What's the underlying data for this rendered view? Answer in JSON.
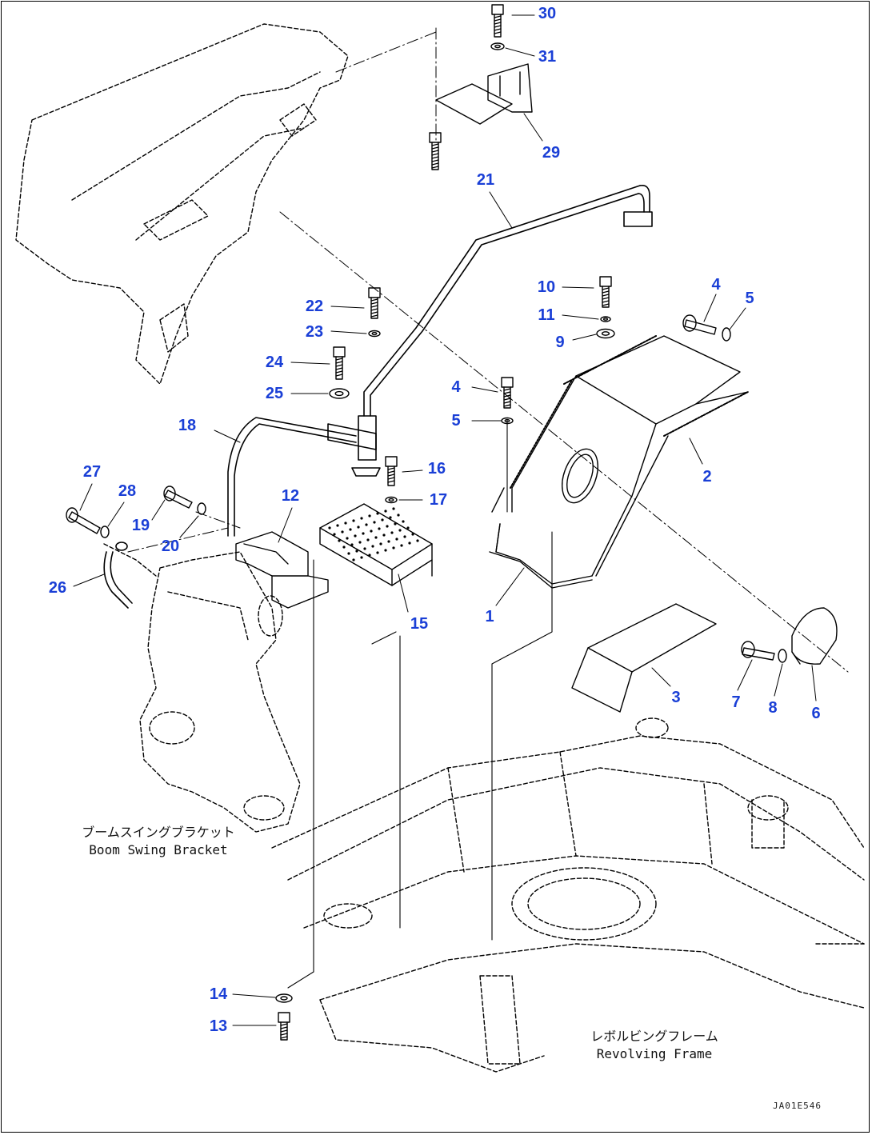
{
  "callouts": [
    "1",
    "2",
    "3",
    "4",
    "4",
    "5",
    "5",
    "6",
    "7",
    "8",
    "9",
    "10",
    "11",
    "12",
    "13",
    "14",
    "15",
    "16",
    "17",
    "18",
    "19",
    "20",
    "21",
    "22",
    "23",
    "24",
    "25",
    "26",
    "27",
    "28",
    "29",
    "30",
    "31"
  ],
  "labels": {
    "boom_bracket_jp": "ブームスイングブラケット",
    "boom_bracket_en": "Boom Swing Bracket",
    "frame_jp": "レボルビングフレーム",
    "frame_en": "Revolving Frame"
  },
  "doc_id": "JA01E546",
  "colors": {
    "callout": "#1a3fd6",
    "line": "#000000"
  }
}
